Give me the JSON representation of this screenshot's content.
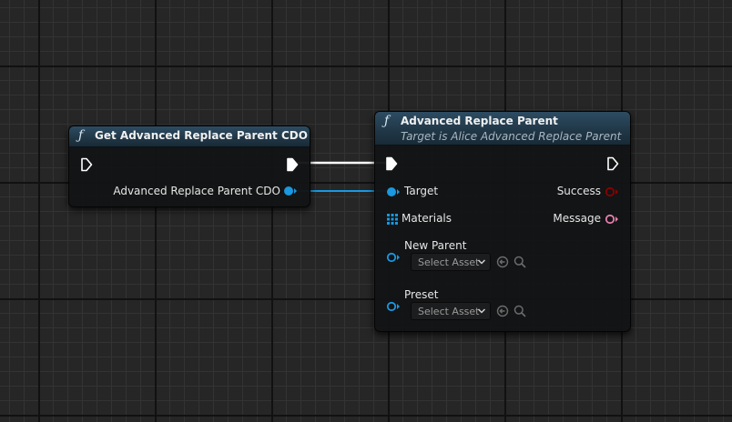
{
  "node_cdo": {
    "title": "Get Advanced Replace Parent CDO",
    "icon": "function-icon",
    "output_pin_label": "Advanced Replace Parent CDO"
  },
  "node_main": {
    "title": "Advanced Replace Parent",
    "subtitle": "Target is Alice Advanced Replace Parent",
    "icon": "function-icon",
    "pins": {
      "target": "Target",
      "materials": "Materials",
      "new_parent": "New Parent",
      "preset": "Preset",
      "success": "Success",
      "message": "Message"
    },
    "asset_pickers": {
      "new_parent_value": "Select Asset",
      "preset_value": "Select Asset"
    }
  },
  "colors": {
    "object_pin": "#1a98e0",
    "exec_wire": "#ffffff",
    "bool_pin": "#8c0000",
    "string_pin": "#e57fae",
    "header": "#213848",
    "background": "#262626"
  }
}
